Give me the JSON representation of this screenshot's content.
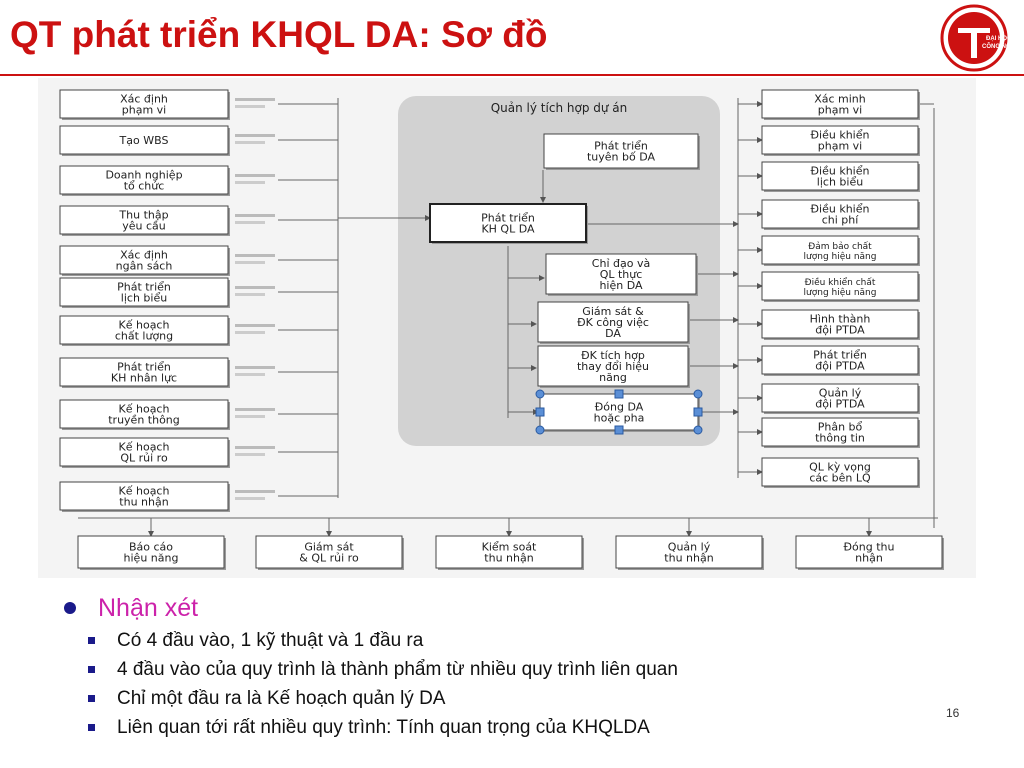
{
  "slide": {
    "title": "QT phát triển KHQL DA: Sơ đồ",
    "logo_text": [
      "ĐẠI HỌC",
      "CÔNG NGHỆ"
    ],
    "page_number": "16",
    "colors": {
      "title": "#cc1111",
      "accent_bullet": "#cc22aa",
      "bullet_marker": "#1a1a8a"
    }
  },
  "diagram": {
    "center_title": "Quản lý tích hợp dự án",
    "center_processes": [
      {
        "lines": [
          "Phát triển",
          "tuyên bố DA"
        ]
      },
      {
        "lines": [
          "Phát triển",
          "KH QL DA"
        ],
        "highlighted": true
      },
      {
        "lines": [
          "Chỉ đạo và",
          "QL thực",
          "hiện DA"
        ]
      },
      {
        "lines": [
          "Giám sát &",
          "ĐK công việc",
          "DA"
        ]
      },
      {
        "lines": [
          "ĐK tích hợp",
          "thay đổi hiệu",
          "năng"
        ]
      },
      {
        "lines": [
          "Đóng DA",
          "hoặc pha"
        ],
        "selected": true
      }
    ],
    "left_processes": [
      [
        "Xác định",
        "phạm vi"
      ],
      [
        "Tạo WBS"
      ],
      [
        "Doanh nghiệp",
        "tổ chức"
      ],
      [
        "Thu thập",
        "yêu cầu"
      ],
      [
        "Xác định",
        "ngân sách"
      ],
      [
        "Phát triển",
        "lịch biểu"
      ],
      [
        "Kế hoạch",
        "chất lượng"
      ],
      [
        "Phát triển",
        "KH nhân lực"
      ],
      [
        "Kế hoạch",
        "truyền thông"
      ],
      [
        "Kế hoạch",
        "QL rủi ro"
      ],
      [
        "Kế hoạch",
        "thu nhận"
      ]
    ],
    "right_processes": [
      [
        "Xác minh",
        "phạm vi"
      ],
      [
        "Điều khiển",
        "phạm vi"
      ],
      [
        "Điều khiển",
        "lịch biểu"
      ],
      [
        "Điều khiển",
        "chi phí"
      ],
      [
        "Đảm bảo chất",
        "lượng hiệu năng"
      ],
      [
        "Điều khiển chất",
        "lượng hiệu năng"
      ],
      [
        "Hình thành",
        "đội PTDA"
      ],
      [
        "Phát triển",
        "đội PTDA"
      ],
      [
        "Quản lý",
        "đội PTDA"
      ],
      [
        "Phân bổ",
        "thông tin"
      ],
      [
        "QL kỳ vọng",
        "các bên LQ"
      ]
    ],
    "bottom_processes": [
      [
        "Báo cáo",
        "hiệu năng"
      ],
      [
        "Giám sát",
        "& QL rủi ro"
      ],
      [
        "Kiểm soát",
        "thu nhận"
      ],
      [
        "Quản lý",
        "thu nhận"
      ],
      [
        "Đóng thu",
        "nhận"
      ]
    ]
  },
  "notes": {
    "heading": "Nhận xét",
    "items": [
      "Có 4 đầu vào, 1 kỹ thuật và 1 đầu ra",
      "4 đầu vào của quy trình là thành phẩm từ nhiều quy trình liên quan",
      "Chỉ một đầu ra là Kế hoạch quản lý DA",
      "Liên quan tới rất nhiều quy trình: Tính quan trọng của KHQLDA"
    ]
  }
}
